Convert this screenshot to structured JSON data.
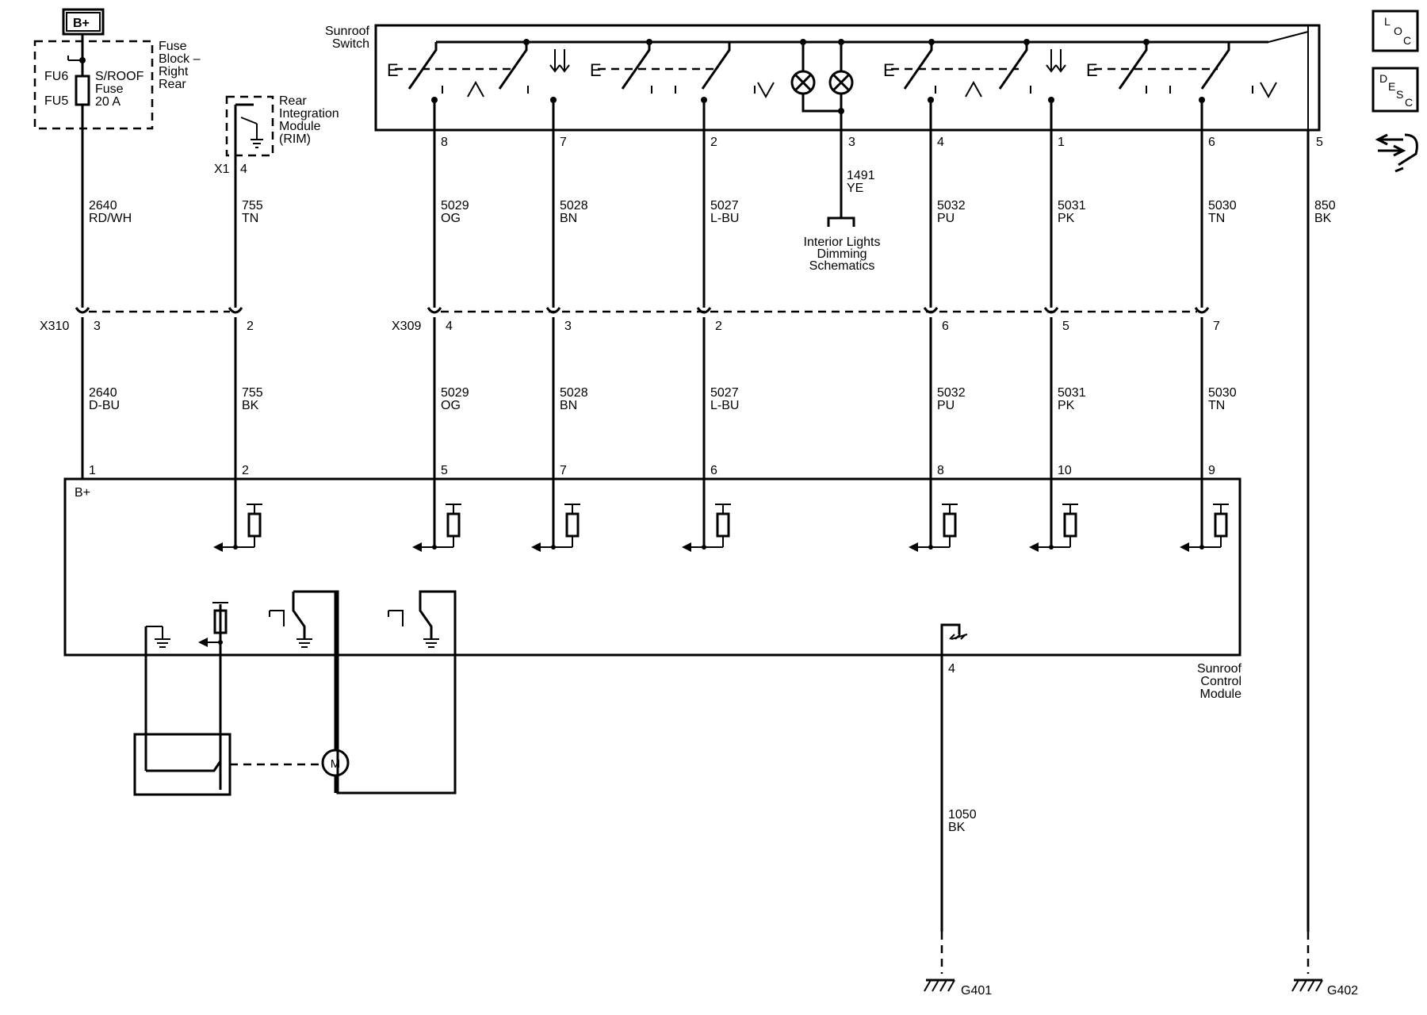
{
  "labels": {
    "bplus_badge": "B+",
    "fuse_block": [
      "Fuse",
      "Block –",
      "Right",
      "Rear"
    ],
    "fu6": "FU6",
    "fu5": "FU5",
    "fuse_name": [
      "S/ROOF",
      "Fuse",
      "20 A"
    ],
    "rim": [
      "Rear",
      "Integration",
      "Module",
      "(RIM)"
    ],
    "x1": "X1",
    "rim_pin": "4",
    "sunroof_switch": [
      "Sunroof",
      "Switch"
    ],
    "x310": "X310",
    "x309": "X309",
    "module_bplus": "B+",
    "sunroof_control_module": [
      "Sunroof",
      "Control",
      "Module"
    ],
    "interior_lights": [
      "Interior Lights",
      "Dimming",
      "Schematics"
    ],
    "motor": "M",
    "g401": "G401",
    "g402": "G402",
    "module_ground_pin": "4",
    "ground_wire": [
      "1050",
      "BK"
    ],
    "g402_wire": [
      "850",
      "BK"
    ],
    "switch_pin_5": "5",
    "lamp_pin": "3",
    "lamp_wire": [
      "1491",
      "YE"
    ],
    "nav_loc": [
      "L",
      "O",
      "C"
    ],
    "nav_desc": [
      "D",
      "E",
      "S",
      "C"
    ]
  },
  "circuits": [
    {
      "switch_pin": "",
      "upper_wire": [
        "2640",
        "RD/WH"
      ],
      "conn_pin": "3",
      "lower_wire": [
        "2640",
        "D-BU"
      ],
      "module_pin": "1"
    },
    {
      "switch_pin": "",
      "upper_wire": [
        "755",
        "TN"
      ],
      "conn_pin": "2",
      "lower_wire": [
        "755",
        "BK"
      ],
      "module_pin": "2"
    },
    {
      "switch_pin": "8",
      "upper_wire": [
        "5029",
        "OG"
      ],
      "conn_pin": "4",
      "lower_wire": [
        "5029",
        "OG"
      ],
      "module_pin": "5"
    },
    {
      "switch_pin": "7",
      "upper_wire": [
        "5028",
        "BN"
      ],
      "conn_pin": "3",
      "lower_wire": [
        "5028",
        "BN"
      ],
      "module_pin": "7"
    },
    {
      "switch_pin": "2",
      "upper_wire": [
        "5027",
        "L-BU"
      ],
      "conn_pin": "2",
      "lower_wire": [
        "5027",
        "L-BU"
      ],
      "module_pin": "6"
    },
    {
      "switch_pin": "4",
      "upper_wire": [
        "5032",
        "PU"
      ],
      "conn_pin": "6",
      "lower_wire": [
        "5032",
        "PU"
      ],
      "module_pin": "8"
    },
    {
      "switch_pin": "1",
      "upper_wire": [
        "5031",
        "PK"
      ],
      "conn_pin": "5",
      "lower_wire": [
        "5031",
        "PK"
      ],
      "module_pin": "10"
    },
    {
      "switch_pin": "6",
      "upper_wire": [
        "5030",
        "TN"
      ],
      "conn_pin": "7",
      "lower_wire": [
        "5030",
        "TN"
      ],
      "module_pin": "9"
    }
  ]
}
